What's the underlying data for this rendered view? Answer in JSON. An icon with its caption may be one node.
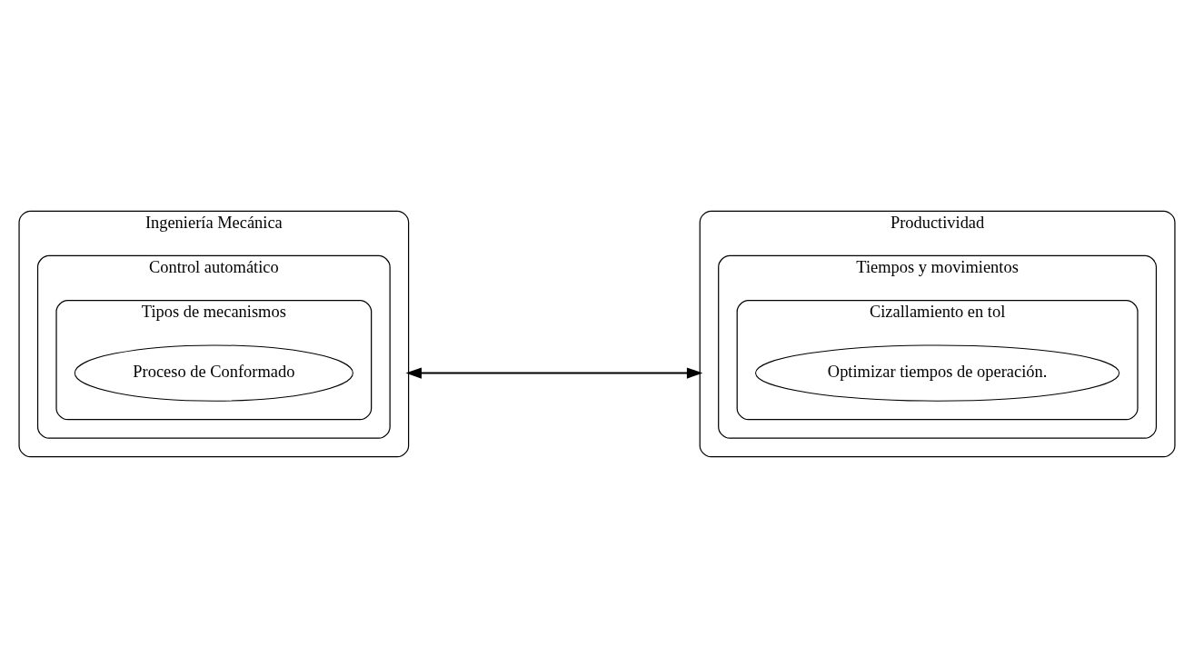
{
  "diagram": {
    "nodes": [
      {
        "text": [
          "Ingeniería Mecánica"
        ]
      },
      {
        "text": [
          "Control automático"
        ],
        "in": 0
      },
      {
        "text": [
          "Tipos de mecanismos"
        ],
        "in": 1
      },
      {
        "text": [
          "Proceso de Conformado"
        ],
        "in": 2
      },
      {
        "text": [
          "Productividad"
        ]
      },
      {
        "text": [
          "Tiempos y movimientos"
        ],
        "in": 4
      },
      {
        "text": [
          "Cizallamiento en tol"
        ],
        "in": 5
      },
      {
        "text": [
          "Optimizar tiempos de operación."
        ],
        "in": 6
      }
    ],
    "edges": [
      {
        "from": 0,
        "to": 4,
        "arrow": "both"
      }
    ]
  }
}
